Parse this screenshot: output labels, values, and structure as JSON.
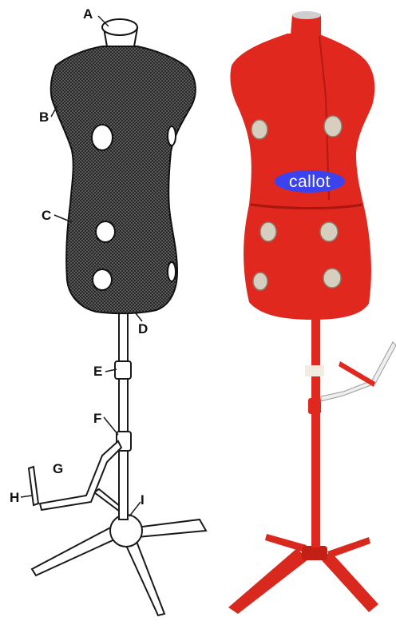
{
  "diagram": {
    "labels": {
      "a": "A",
      "b": "B",
      "c": "C",
      "d": "D",
      "e": "E",
      "f": "F",
      "g": "G",
      "h": "H",
      "i": "I"
    }
  },
  "photo": {
    "brand_text": "callot"
  },
  "colors": {
    "form_red": "#e0281e",
    "form_dark": "#a8160f",
    "brand_oval": "#3a43ee",
    "sketch_ink": "#1a1a1a"
  }
}
